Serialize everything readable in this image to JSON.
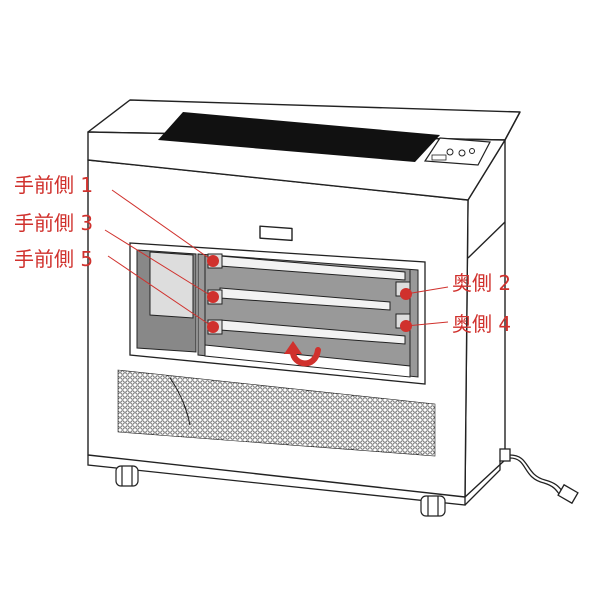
{
  "labels": {
    "front_1": "手前側 1",
    "front_3": "手前側 3",
    "front_5": "手前側 5",
    "back_2": "奥側 2",
    "back_4": "奥側 4"
  },
  "colors": {
    "accent": "#d0312d",
    "line": "#222222",
    "tube_bg": "#999999"
  }
}
